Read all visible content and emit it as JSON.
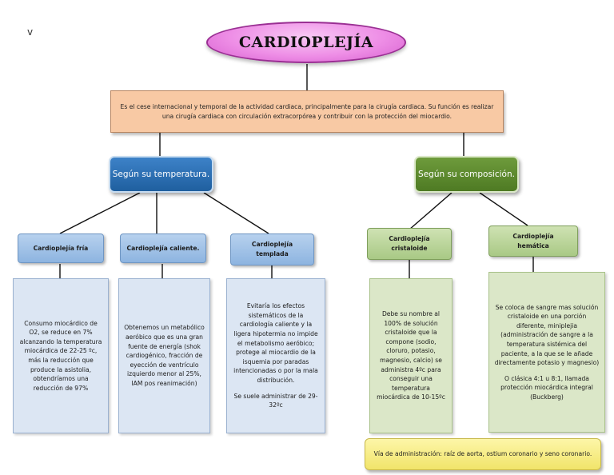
{
  "corner_mark": "v",
  "title": "CARDIOPLEJÍA",
  "definition": "Es el cese internacional y temporal de la actividad cardiaca, principalmente para la cirugía cardiaca. Su función es realizar una cirugía cardiaca con circulación extracorpórea y contribuir con la protección del miocardio.",
  "categories": {
    "temperature": {
      "label": "Según su temperatura.",
      "types": [
        {
          "name": "Cardioplejía fría",
          "desc": [
            "Consumo miocárdico de O2, se reduce en 7% alcanzando la temperatura miocárdica de 22-25 ºc, más la reducción que produce la asistolia, obtendríamos una reducción de 97%"
          ]
        },
        {
          "name": "Cardioplejía caliente.",
          "desc": [
            "Obtenemos un metabólico aeróbico que es una gran fuente de energía (shok cardiogénico, fracción de eyección de ventrículo izquierdo menor  al 25%, IAM pos reanimación)"
          ]
        },
        {
          "name": "Cardioplejía templada",
          "desc": [
            "Evitaría los efectos sistemáticos de la cardiología caliente y la ligera hipotermia no impide el metabolismo aeróbico; protege al miocardio de la isquemia por paradas intencionadas o por la mala distribución.",
            "Se suele administrar de 29- 32ºc"
          ]
        }
      ]
    },
    "composition": {
      "label": "Según su composición.",
      "types": [
        {
          "name": "Cardioplejía cristaloide",
          "desc": [
            "Debe su nombre al 100% de solución cristaloide que la compone (sodio, cloruro, potasio, magnesio, calcio) se administra 4ºc para conseguir una temperatura miocárdica de 10-15ºc"
          ]
        },
        {
          "name": "Cardioplejía hemática",
          "desc": [
            "Se coloca de sangre mas solución cristaloide en una porción diferente, miniplejia (administración de sangre a la temperatura sistémica del paciente, a la que se le añade directamente potasio y magnesio)",
            "O clásica 4:1 u 8:1, llamada protección miocárdica integral (Buckberg)"
          ]
        }
      ]
    }
  },
  "administration": "Vía de administración: raíz de aorta, ostium coronario y seno coronario."
}
